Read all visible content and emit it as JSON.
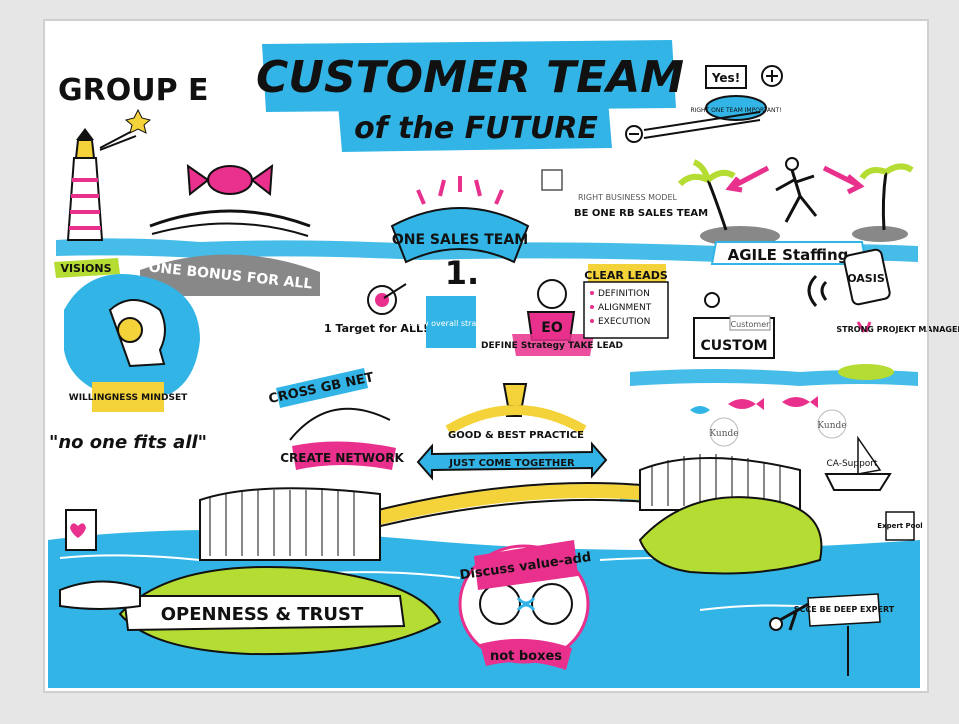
{
  "header": {
    "group": "GROUP E",
    "title": "CUSTOMER TEAM",
    "subtitle": "of the FUTURE"
  },
  "topic_labels": {
    "visions": "VISIONS",
    "one_bonus": "ONE BONUS FOR ALL",
    "one_sales_team": "ONE SALES TEAM",
    "right_business_model": "RIGHT BUSINESS MODEL",
    "be_one_rb_sales_team": "BE ONE RB SALES TEAM",
    "agile_staffing": "AGILE Staffing",
    "oasis": "OASIS",
    "one_target": "1 Target for ALL!",
    "allow_overall_strategy": "allow overall strategy",
    "define_strategy": "DEFINE Strategy TAKE LEAD",
    "eo": "EO",
    "clear_leads": "CLEAR LEADS",
    "definition": "DEFINITION",
    "alignment": "ALIGNMENT",
    "execution": "EXECUTION",
    "customer": "Customer",
    "custom": "CUSTOM",
    "strong_pm": "STRONG PROJEKT MANAGER",
    "willingness": "WILLINGNESS MINDSET",
    "no_one_fits": "\"no one fits all\"",
    "cross_gb_net": "CROSS GB NET",
    "create_network": "CREATE NETWORK",
    "good_best_practice": "GOOD & BEST PRACTICE",
    "just_come_together": "JUST COME TOGETHER",
    "kunde_1": "Kunde",
    "kunde_2": "Kunde",
    "ca_support": "CA-Support",
    "expert_pool": "Expert Pool",
    "discuss_value_add": "Discuss value-add",
    "not_boxes": "not boxes",
    "openness_trust": "OPENNESS & TRUST",
    "scce_be_deep_expert": "SCCE BE DEEP EXPERT",
    "yes": "Yes!",
    "one_team": "RIGHT ONE TEAM IMPORTANT!"
  },
  "colors": {
    "cyan": "#32b5e6",
    "pink": "#e8308c",
    "lime": "#b5dc32",
    "yellow": "#f4d23a",
    "ink": "#111111",
    "gray": "#888888"
  }
}
